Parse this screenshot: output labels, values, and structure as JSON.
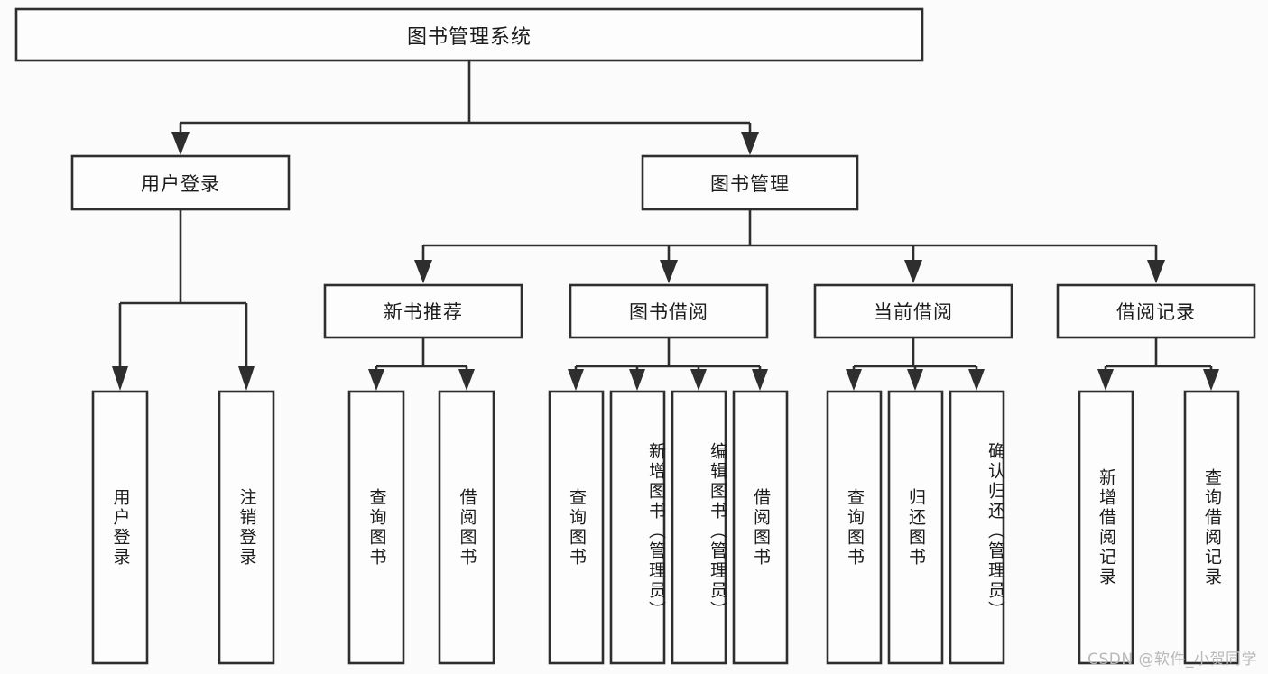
{
  "diagram": {
    "type": "tree-hierarchy",
    "title": "图书管理系统",
    "watermark": "CSDN @软件_小贺同学",
    "colors": {
      "background": "#fbfbfb",
      "box_fill": "#fdfdfd",
      "stroke": "#2e2e2e",
      "text": "#1b1b1b",
      "watermark": "#b9b9b9"
    },
    "root": {
      "label": "图书管理系统"
    },
    "level2": [
      {
        "label": "用户登录"
      },
      {
        "label": "图书管理"
      }
    ],
    "level3": [
      {
        "label": "新书推荐"
      },
      {
        "label": "图书借阅"
      },
      {
        "label": "当前借阅"
      },
      {
        "label": "借阅记录"
      }
    ],
    "leaves": {
      "user_login": [
        {
          "label": "用户登录"
        },
        {
          "label": "注销登录"
        }
      ],
      "new_book_recommend": [
        {
          "label": "查询图书"
        },
        {
          "label": "借阅图书"
        }
      ],
      "book_borrow": [
        {
          "label": "查询图书"
        },
        {
          "label": "新增图书（管理员）"
        },
        {
          "label": "编辑图书（管理员）"
        },
        {
          "label": "借阅图书"
        }
      ],
      "current_borrow": [
        {
          "label": "查询图书"
        },
        {
          "label": "归还图书"
        },
        {
          "label": "确认归还（管理员）"
        }
      ],
      "borrow_record": [
        {
          "label": "新增借阅记录"
        },
        {
          "label": "查询借阅记录"
        }
      ]
    }
  }
}
